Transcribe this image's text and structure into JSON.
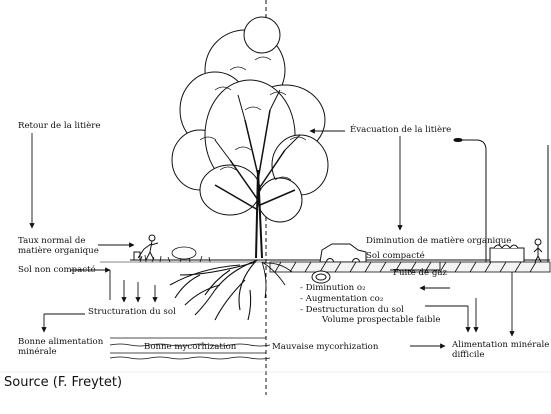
{
  "left": {
    "retour_litiere": "Retour de la litière",
    "taux_normal_line1": "Taux normal de",
    "taux_normal_line2": "matière organique",
    "sol_non_compacte": "Sol non compacté",
    "structuration": "Structuration du sol",
    "bonne_alimentation_line1": "Bonne alimentation",
    "bonne_alimentation_line2": "minérale",
    "bonne_mycorhization": "Bonne mycorhization"
  },
  "right": {
    "evacuation_litiere": "Évacuation de la litière",
    "diminution_matiere": "Diminution de matière organique",
    "sol_compacte": "Sol compacté",
    "fuite_gaz": "Fuite de gaz",
    "diminution_o2": "- Diminution o₂",
    "augmentation_co2": "- Augmentation co₂",
    "destructuration": "- Destructuration du sol",
    "volume_prospectable": "Volume prospectable faible",
    "mauvaise_mycorhization": "Mauvaise mycorhization",
    "alimentation_line1": "Alimentation minérale",
    "alimentation_line2": "difficile"
  },
  "source": "Source (F. Freytet)",
  "colors": {
    "ink": "#111111",
    "paper": "#ffffff"
  }
}
